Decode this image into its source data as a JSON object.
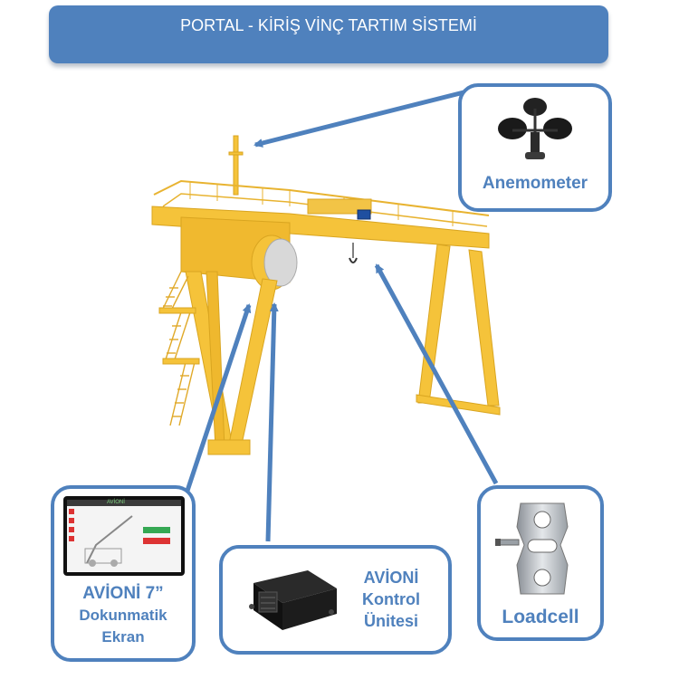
{
  "title": "PORTAL - KİRİŞ  VİNÇ TARTIM SİSTEMİ",
  "accent_color": "#4f81bd",
  "crane_color": "#f5c33a",
  "components": {
    "anemometer": {
      "label": "Anemometer",
      "icon": "anemometer-icon"
    },
    "screen": {
      "line1": "AVİONİ 7”",
      "line2": "Dokunmatik",
      "line3": "Ekran",
      "icon": "touchscreen-icon",
      "logo": "AVİONİ"
    },
    "control": {
      "line1": "AVİONİ",
      "line2": "Kontrol",
      "line3": "Ünitesi",
      "icon": "control-unit-icon"
    },
    "loadcell": {
      "label": "Loadcell",
      "icon": "loadcell-icon"
    }
  }
}
